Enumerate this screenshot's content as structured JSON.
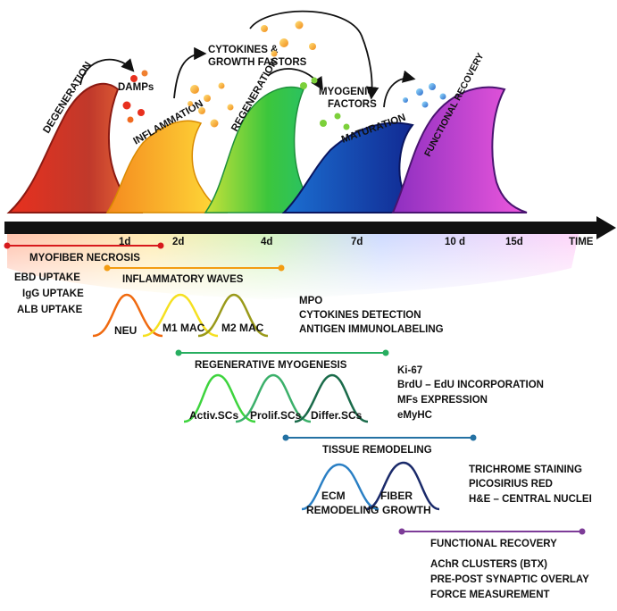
{
  "phases": {
    "degeneration": "DEGENERATION",
    "inflammation": "INFLAMMATION",
    "regeneration": "REGENERATION",
    "maturation": "MATURATION",
    "functional_recovery": "FUNCTIONAL RECOVERY"
  },
  "signals": {
    "damps": "DAMPs",
    "cytokines_line1": "CYTOKINES &",
    "cytokines_line2": "GROWTH FACTORS",
    "myogenic_line1": "MYOGENIC",
    "myogenic_line2": "FACTORS"
  },
  "timeline": {
    "ticks": [
      "1d",
      "2d",
      "4d",
      "7d",
      "10 d",
      "15d"
    ],
    "end_label": "TIME"
  },
  "sections": {
    "necrosis": {
      "title": "MYOFIBER NECROSIS",
      "markers": [
        "EBD UPTAKE",
        "IgG UPTAKE",
        "ALB UPTAKE"
      ]
    },
    "inflammatory": {
      "title": "INFLAMMATORY WAVES",
      "waves": [
        "NEU",
        "M1 MAC",
        "M2 MAC"
      ],
      "methods": [
        "MPO",
        "CYTOKINES DETECTION",
        "ANTIGEN IMMUNOLABELING"
      ]
    },
    "regenerative": {
      "title": "REGENERATIVE MYOGENESIS",
      "waves": [
        "Activ.SCs",
        "Prolif.SCs",
        "Differ.SCs"
      ],
      "methods": [
        "Ki-67",
        "BrdU – EdU INCORPORATION",
        "MFs EXPRESSION",
        "eMyHC"
      ]
    },
    "remodeling": {
      "title": "TISSUE REMODELING",
      "waves": [
        {
          "line1": "ECM",
          "line2": "REMODELING"
        },
        {
          "line1": "FIBER",
          "line2": "GROWTH"
        }
      ],
      "methods": [
        "TRICHROME STAINING",
        "PICOSIRIUS RED",
        "H&E – CENTRAL NUCLEI"
      ]
    },
    "functional": {
      "title": "FUNCTIONAL RECOVERY",
      "methods": [
        "AChR CLUSTERS (BTX)",
        "PRE-POST SYNAPTIC OVERLAY",
        "FORCE MEASUREMENT"
      ]
    }
  },
  "colors": {
    "necrosis": "#d7191c",
    "inflammatory": "#f39c12",
    "regenerative": "#27ae60",
    "remodeling": "#2471a3",
    "functional": "#7d3c98",
    "axis": "#111111"
  }
}
